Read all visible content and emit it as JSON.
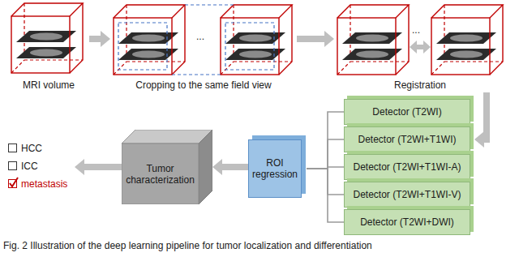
{
  "diagram": {
    "caption": "Fig. 2 Illustration of the deep learning pipeline for tumor localization and differentiation",
    "nodes": [
      {
        "text": [
          "MRI volume"
        ]
      },
      {
        "text": [
          "Cropping to the same field view"
        ]
      },
      {
        "text": [
          "Registration"
        ]
      },
      {
        "text": [
          "Detector (T2WI)"
        ]
      },
      {
        "text": [
          "Detector (T2WI+T1WI)"
        ]
      },
      {
        "text": [
          "Detector (T2WI+T1WI-A)"
        ]
      },
      {
        "text": [
          "Detector (T2WI+T1WI-V)"
        ]
      },
      {
        "text": [
          "Detector (T2WI+DWI)"
        ]
      },
      {
        "text": [
          "ROI regression"
        ]
      },
      {
        "text": [
          "Tumor characterization"
        ]
      }
    ],
    "edges": [
      {
        "from": 0,
        "to": 1,
        "arrow": "to"
      },
      {
        "from": 1,
        "to": 2,
        "arrow": "to"
      },
      {
        "from": 2,
        "to": 4,
        "arrow": "to"
      },
      {
        "from": 3,
        "to": 8,
        "arrow": "none"
      },
      {
        "from": 4,
        "to": 8,
        "arrow": "none"
      },
      {
        "from": 5,
        "to": 8,
        "arrow": "none"
      },
      {
        "from": 6,
        "to": 8,
        "arrow": "none"
      },
      {
        "from": 7,
        "to": 8,
        "arrow": "none"
      },
      {
        "from": 8,
        "to": 9,
        "arrow": "to"
      }
    ],
    "labels": [
      "...",
      "...",
      "HCC",
      "ICC",
      "metastasis"
    ]
  }
}
